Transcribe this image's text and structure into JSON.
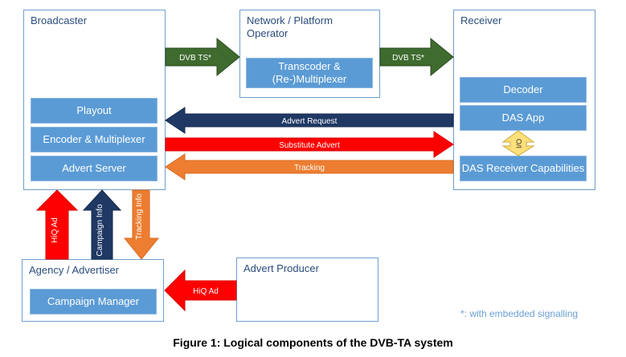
{
  "panels": {
    "broadcaster": "Broadcaster",
    "network": "Network / Platform\nOperator",
    "receiver": "Receiver",
    "agency": "Agency / Advertiser",
    "producer": "Advert Producer"
  },
  "blocks": {
    "transcoder": "Transcoder &\n(Re-)Multiplexer",
    "playout": "Playout",
    "encoder": "Encoder & Multiplexer",
    "advert_server": "Advert Server",
    "decoder": "Decoder",
    "das_app": "DAS App",
    "das_capabilities": "DAS Receiver Capabilities",
    "campaign_manager": "Campaign Manager"
  },
  "arrows": {
    "dvb_ts_1": "DVB TS*",
    "dvb_ts_2": "DVB TS*",
    "advert_request": "Advert Request",
    "substitute_advert": "Substitute Advert",
    "tracking": "Tracking",
    "hiq_ad_up": "HiQ Ad",
    "campaign_info": "Campaign Info",
    "tracking_info": "Tracking Info",
    "hiq_ad_left": "HiQ Ad",
    "io": "I/O"
  },
  "colors": {
    "green": "#3f6b2f",
    "navy": "#1f3864",
    "red": "#ff0000",
    "orange": "#ed7d31",
    "yellow": "#ffe07a",
    "block_blue": "#5b9bd5",
    "panel_border": "#6f9fcf"
  },
  "note": "*: with embedded signalling",
  "caption": "Figure 1: Logical components of the DVB-TA system"
}
